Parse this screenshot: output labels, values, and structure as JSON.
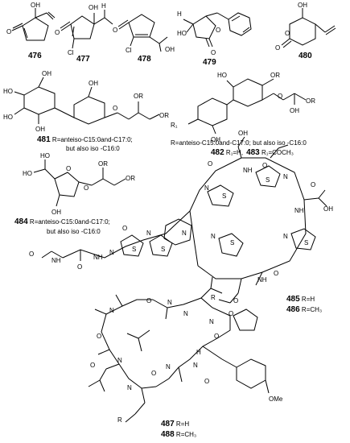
{
  "compounds": {
    "c476": {
      "label": "476"
    },
    "c477": {
      "label": "477"
    },
    "c478": {
      "label": "478"
    },
    "c479": {
      "label": "479"
    },
    "c480": {
      "label": "480"
    },
    "c481": {
      "label": "481",
      "caption1": " R=anteiso-C15:0and-C17:0;",
      "caption2": "but also iso -C16:0"
    },
    "c482": {
      "label": "482",
      "r1": " R₁=H,"
    },
    "c483": {
      "label": "483",
      "r1": " R₁=COCH₃"
    },
    "c482_483_caption": "R=anteiso-C15:0and-C17:0; but also iso -C16:0",
    "c484": {
      "label": "484",
      "caption1": " R=anteiso-C15:0and-C17:0;",
      "caption2": "but also iso -C16:0"
    },
    "c485": {
      "label": "485",
      "r": " R=H"
    },
    "c486": {
      "label": "486",
      "r": " R=CH₃"
    },
    "c487": {
      "label": "487",
      "r": " R=H"
    },
    "c488": {
      "label": "488",
      "r": " R=CH₃"
    }
  },
  "atoms": {
    "O": "O",
    "OH": "OH",
    "HO": "HO",
    "Cl": "Cl",
    "N": "N",
    "NH": "NH",
    "S": "S",
    "H": "H",
    "OR": "OR",
    "R": "R",
    "R1": "R₁",
    "OMe": "OMe"
  }
}
